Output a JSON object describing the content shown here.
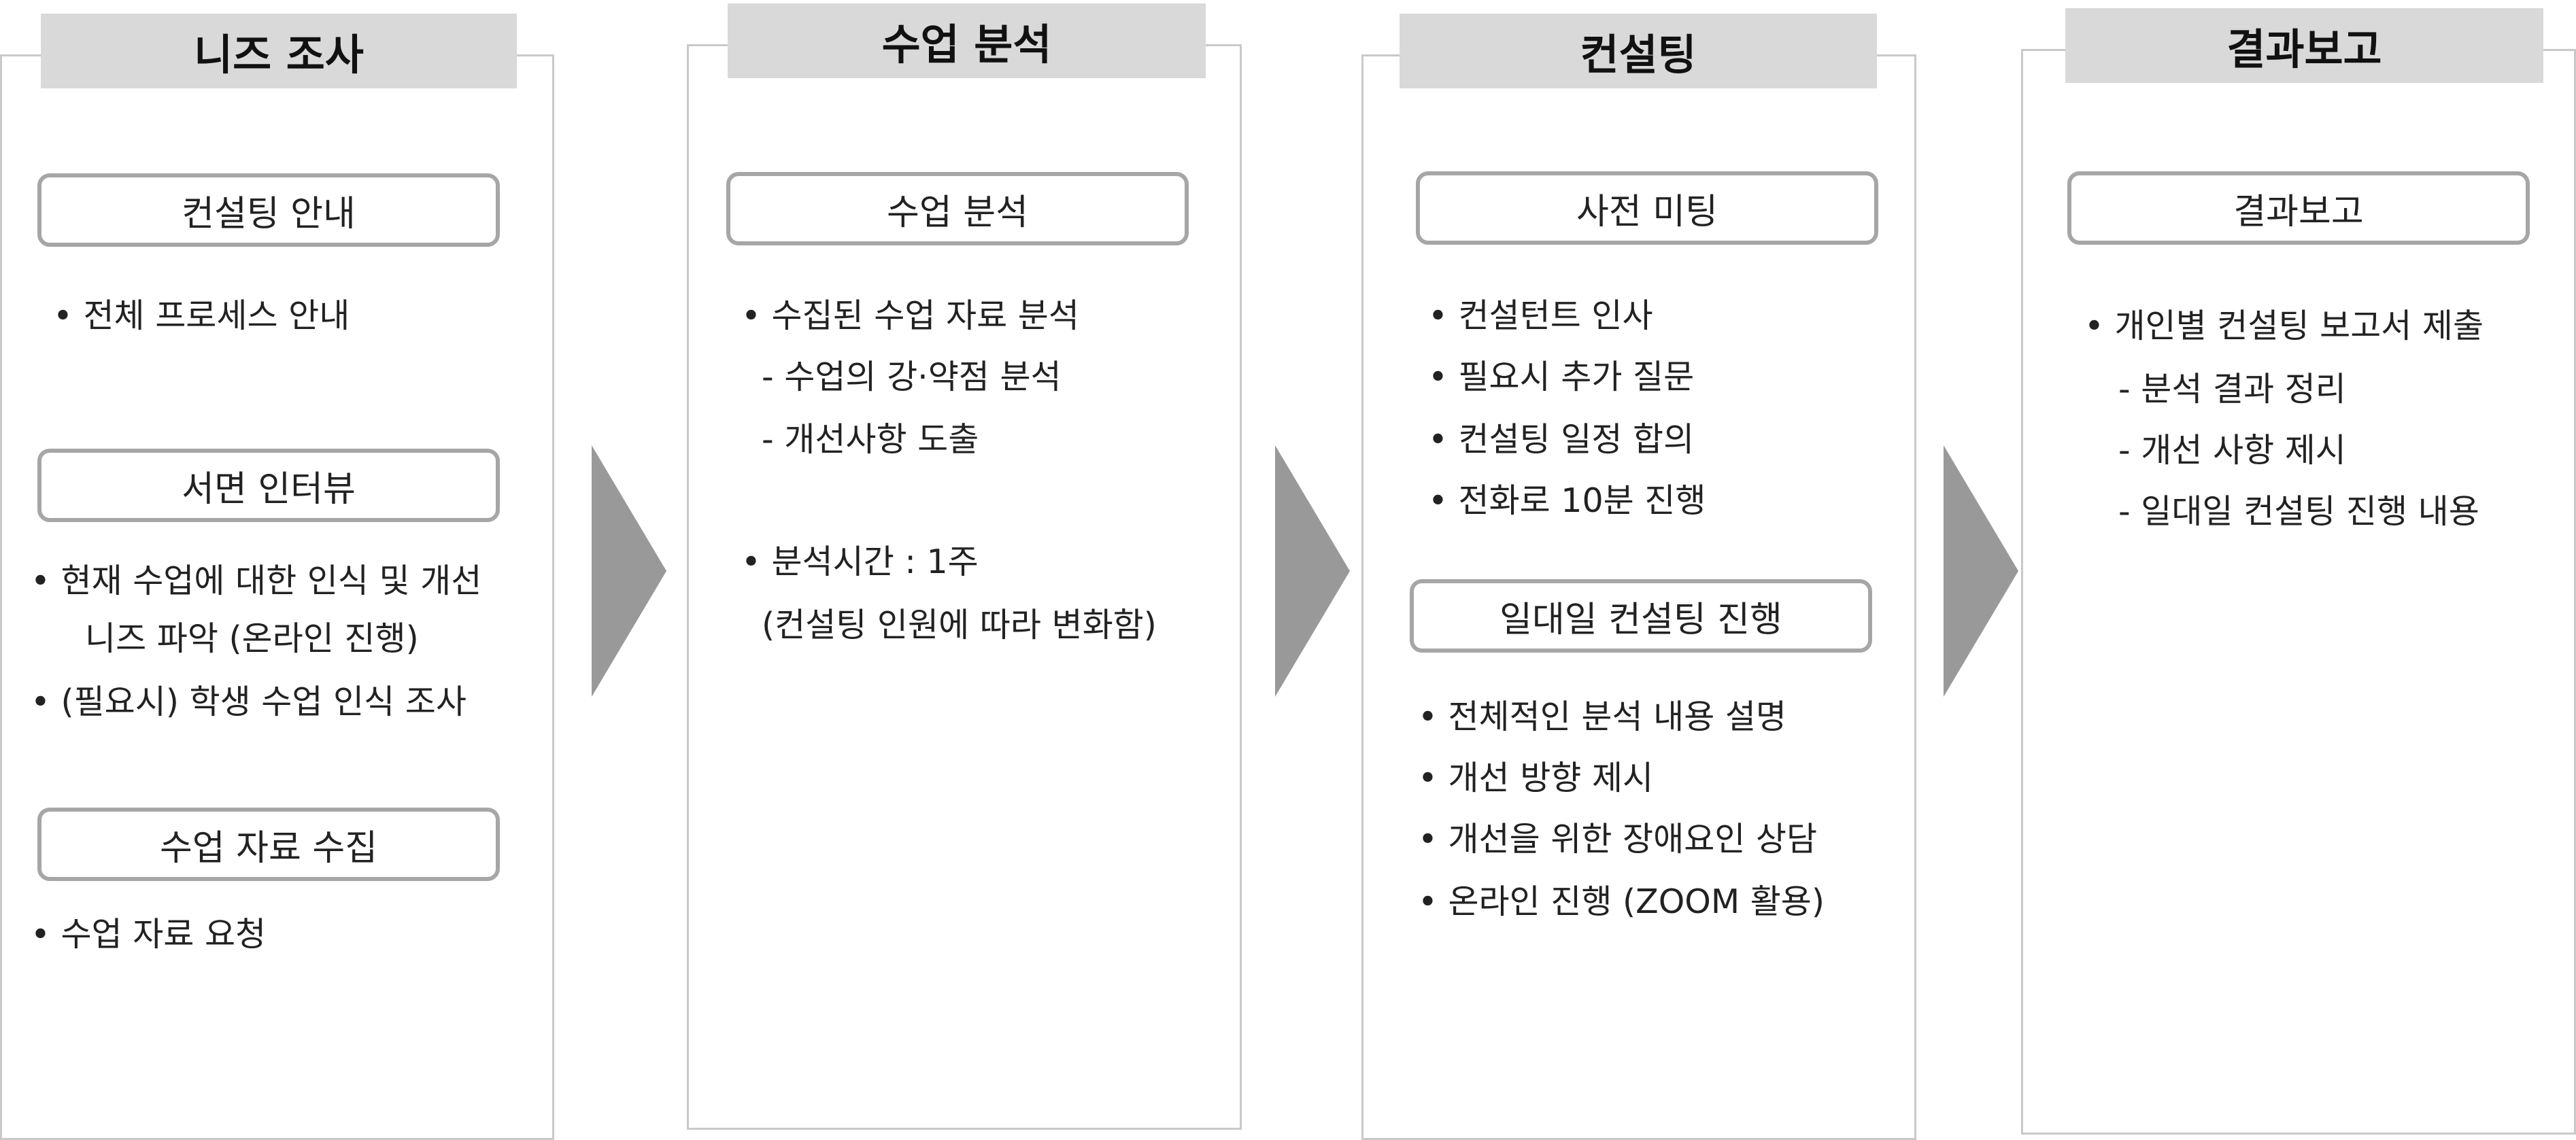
{
  "columns": [
    {
      "header": "니즈 조사",
      "steps": [
        {
          "title": "컨설팅 안내",
          "lines": [
            "•  전체 프로세스 안내"
          ]
        },
        {
          "title": "서면 인터뷰",
          "lines": [
            "•  현재 수업에 대한 인식 및 개선",
            "니즈  파악 (온라인 진행)",
            "• (필요시) 학생 수업 인식 조사"
          ]
        },
        {
          "title": "수업 자료 수집",
          "lines": [
            "•  수업 자료 요청"
          ]
        }
      ]
    },
    {
      "header": "수업 분석",
      "steps": [
        {
          "title": "수업 분석",
          "lines": [
            "• 수집된 수업 자료 분석",
            "- 수업의 강·약점 분석",
            "- 개선사항 도출",
            "• 분석시간 : 1주",
            "(컨설팅 인원에 따라 변화함)"
          ]
        }
      ]
    },
    {
      "header": "컨설팅",
      "steps": [
        {
          "title": "사전 미팅",
          "lines": [
            "•  컨설턴트 인사",
            "•  필요시 추가 질문",
            "•  컨설팅 일정 합의",
            "•  전화로 10분 진행"
          ]
        },
        {
          "title": "일대일 컨설팅 진행",
          "lines": [
            "•  전체적인 분석 내용 설명",
            "•  개선 방향 제시",
            "•  개선을 위한 장애요인 상담",
            "•  온라인 진행 (ZOOM 활용)"
          ]
        }
      ]
    },
    {
      "header": "결과보고",
      "steps": [
        {
          "title": "결과보고",
          "lines": [
            "•  개인별 컨설팅 보고서 제출",
            "- 분석 결과 정리",
            "- 개선 사항 제시",
            "- 일대일 컨설팅 진행 내용"
          ]
        }
      ]
    }
  ],
  "colors": {
    "header_bg": "#d9d9d9",
    "column_border": "#c9c9c9",
    "step_border": "#a6a6a6",
    "arrow": "#999999"
  }
}
